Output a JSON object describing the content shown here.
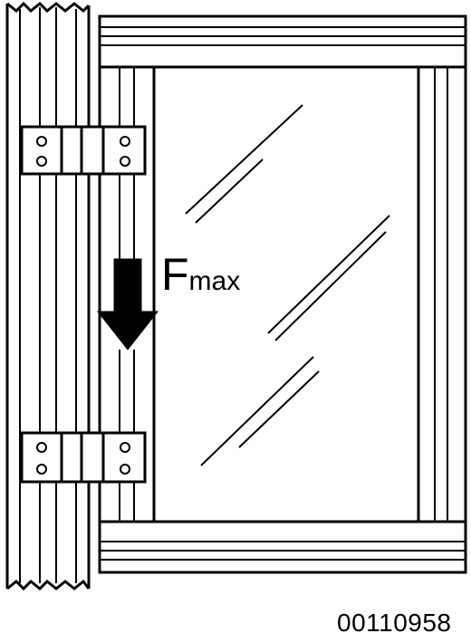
{
  "diagram": {
    "force_label": {
      "main": "F",
      "subscript": "max"
    },
    "drawing_number": "00110958",
    "colors": {
      "line": "#000000",
      "background": "#ffffff"
    },
    "icons": {
      "force_arrow": "down-arrow-icon"
    }
  }
}
